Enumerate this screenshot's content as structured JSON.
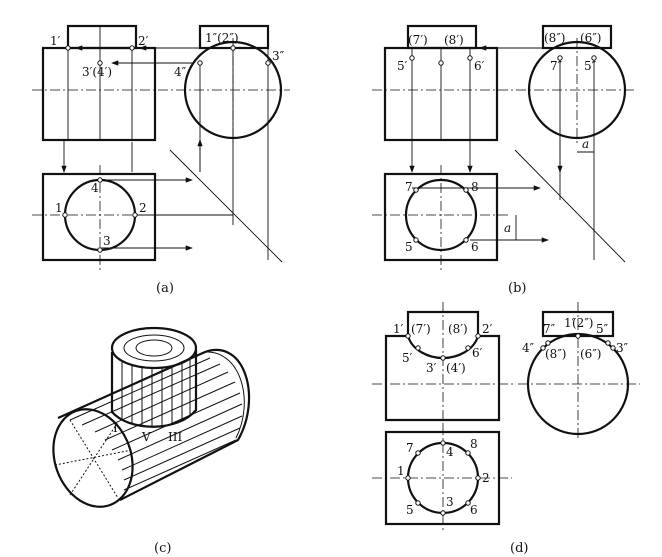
{
  "figures": {
    "a": {
      "caption": "(a)",
      "front_labels": [
        "1′",
        "2′",
        "3′(4′)",
        "1″(2″)",
        "3″",
        "4″"
      ],
      "top_labels": [
        "1",
        "2",
        "3",
        "4"
      ]
    },
    "b": {
      "caption": "(b)",
      "front_labels": [
        "(7′)",
        "(8′)",
        "5′",
        "6′",
        "(8″)",
        "(6″)",
        "7″",
        "5″",
        "a"
      ],
      "top_labels": [
        "7",
        "8",
        "5",
        "6",
        "a"
      ]
    },
    "c": {
      "caption": "(c)",
      "labels": [
        "I",
        "V",
        "III"
      ]
    },
    "d": {
      "caption": "(d)",
      "front_labels": [
        "1′",
        "(7′)",
        "(8′)",
        "2′",
        "5′",
        "3′",
        "(4′)",
        "6′"
      ],
      "side_labels": [
        "7″",
        "1″",
        "(2″)",
        "5″",
        "4″",
        "(8″)",
        "(6″)",
        "3″"
      ],
      "top_labels": [
        "7",
        "4",
        "8",
        "1",
        "2",
        "5",
        "3",
        "6"
      ]
    }
  }
}
